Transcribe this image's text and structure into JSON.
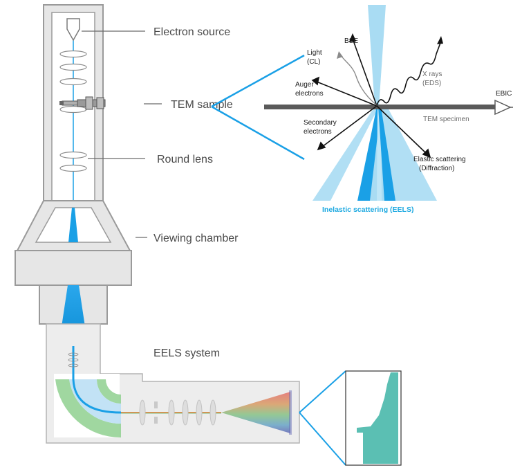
{
  "labels": {
    "electron_source": "Electron source",
    "tem_sample": "TEM sample",
    "round_lens": "Round lens",
    "viewing_chamber": "Viewing chamber",
    "eels_system": "EELS system"
  },
  "inset": {
    "bse": "BSE",
    "light_1": "Light",
    "light_2": "(CL)",
    "auger_1": "Auger",
    "auger_2": "electrons",
    "xrays_1": "X rays",
    "xrays_2": "(EDS)",
    "ebic": "EBIC",
    "tem_specimen": "TEM specimen",
    "secondary_1": "Secondary",
    "secondary_2": "electrons",
    "elastic_1": "Elastic scattering",
    "elastic_2": "(Diffraction)",
    "inelastic": "Inelastic scattering (EELS)"
  },
  "colors": {
    "beam": "#1aa0e6",
    "beam_light": "#a9dcf3",
    "accent_text": "#1ba8e0",
    "column_fill": "#e6e6e6",
    "column_stroke": "#9a9a9a",
    "specimen": "#5a5a5a",
    "spectrum_panel": "#5bbfb3"
  },
  "icons": [
    "electron-gun-icon",
    "detector-triangle-icon"
  ]
}
